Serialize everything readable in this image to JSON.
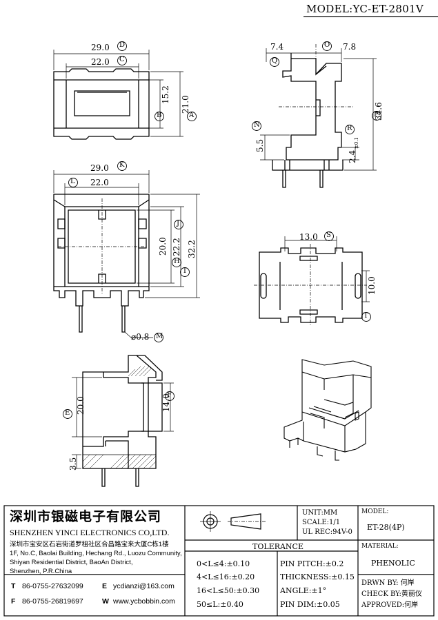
{
  "model_title": "MODEL:YC-ET-2801V",
  "dims": {
    "top_29": "29.0",
    "top_22": "22.0",
    "top_152": "15.2",
    "top_21": "21.0",
    "side_74": "7.4",
    "side_78": "7.8",
    "side_346": "34.6",
    "side_55": "5.5",
    "side_24": "2.4",
    "side_24_tol": "±0.1",
    "front_29": "29.0",
    "front_22": "22.0",
    "front_20": "20.0",
    "front_222": "22.2",
    "front_322": "32.2",
    "front_pin": "⌀0.8",
    "bottom_13": "13.0",
    "bottom_10": "10.0",
    "sec_20": "20.0",
    "sec_14": "14.0",
    "sec_35": "3.5"
  },
  "callouts": {
    "A": "A",
    "B": "B",
    "C": "C",
    "D": "D",
    "E": "E",
    "F": "F",
    "H": "H",
    "I": "I",
    "J": "J",
    "K": "K",
    "L": "L",
    "M": "M",
    "N": "N",
    "O": "O",
    "P": "P",
    "Q": "Q",
    "R": "R",
    "S": "S",
    "T": "T"
  },
  "title_block": {
    "company_cn": "深圳市银磁电子有限公司",
    "company_en": "SHENZHEN YINCI ELECTRONICS CO,LTD.",
    "address_cn": "深圳市宝安区石岩街道罗租社区合昌路宝来大厦C栋1楼",
    "address_en_1": "1F, No.C, Baolai Building, Hechang Rd., Luozu Community,",
    "address_en_2": "Shiyan Residential District, BaoAn District,",
    "address_en_3": "Shenzhen, P.R.China",
    "tel_label": "T",
    "tel": "86-0755-27632099",
    "fax_label": "F",
    "fax": "86-0755-26819697",
    "email_label": "E",
    "email": "ycdianzi@163.com",
    "web_label": "W",
    "web": "www.ycbobbin.com",
    "unit": "UNIT:MM",
    "scale": "SCALE:1/1",
    "ul": "UL REC:94V-0",
    "model_label": "MODEL:",
    "model_value": "ET-28(4P)",
    "material_label": "MATERIAL:",
    "material_value": "PHENOLIC",
    "drawn": "DRWN BY: 何岸",
    "check": "CHECK BY:黄丽仪",
    "approved": "APPROVED:何岸",
    "tolerance_title": "TOLERANCE",
    "tol_rows": [
      "0<L≤4:±0.10",
      "4<L≤16:±0.20",
      "16<L≤50:±0.30",
      "50≤L:±0.40"
    ],
    "tol_rows_right": [
      "PIN PITCH:±0.2",
      "THICKNESS:±0.15",
      "ANGLE:±1°",
      "PIN DIM:±0.05"
    ]
  }
}
